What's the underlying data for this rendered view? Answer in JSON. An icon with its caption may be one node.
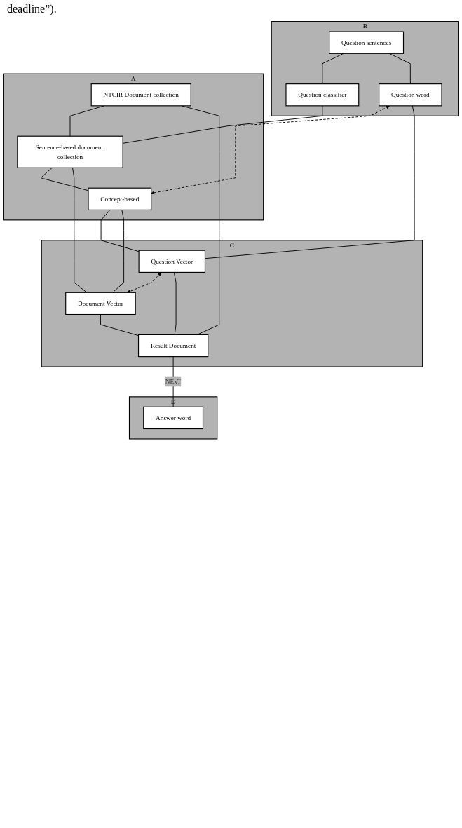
{
  "diagram": {
    "nodes": [
      {
        "text": [
          "B"
        ]
      },
      {
        "text": [
          "Question sentences"
        ],
        "in": 0
      },
      {
        "text": [
          "Question classifier"
        ],
        "in": 0
      },
      {
        "text": [
          "Question word"
        ],
        "in": 0
      },
      {
        "text": [
          "A"
        ]
      },
      {
        "text": [
          "NTCIR Document collection"
        ],
        "in": 4
      },
      {
        "text": [
          "Sentence-based document collection"
        ],
        "in": 4
      },
      {
        "text": [
          "Concept-based"
        ],
        "in": 4
      },
      {
        "text": [
          "C"
        ]
      },
      {
        "text": [
          "Question Vector"
        ],
        "in": 8
      },
      {
        "text": [
          "Document Vector"
        ],
        "in": 8
      },
      {
        "text": [
          "Result Document"
        ],
        "in": 8
      },
      {
        "text": [
          "D"
        ]
      },
      {
        "text": [
          "Answer word"
        ],
        "in": 12
      }
    ],
    "edges": [
      {
        "from": 1,
        "to": 2,
        "arrow": "none"
      },
      {
        "from": 1,
        "to": 3,
        "arrow": "none"
      },
      {
        "from": 5,
        "to": 6,
        "arrow": "none"
      },
      {
        "from": 6,
        "to": 7,
        "arrow": "none"
      },
      {
        "from": 3,
        "to": 7,
        "arrow": "both",
        "style": "dashed"
      },
      {
        "from": 3,
        "to": 9,
        "arrow": "none"
      },
      {
        "from": 7,
        "to": 9,
        "arrow": "none"
      },
      {
        "from": 6,
        "to": 10,
        "arrow": "none"
      },
      {
        "from": 7,
        "to": 10,
        "arrow": "none"
      },
      {
        "from": 9,
        "to": 10,
        "arrow": "both",
        "style": "dashed"
      },
      {
        "from": 9,
        "to": 11,
        "arrow": "none"
      },
      {
        "from": 10,
        "to": 11,
        "arrow": "none"
      },
      {
        "from": 5,
        "to": 11,
        "arrow": "none"
      },
      {
        "from": 2,
        "to": 6,
        "arrow": "none"
      },
      {
        "from": 11,
        "to": 13,
        "arrow": "none",
        "label": "NExT"
      }
    ],
    "labels": [
      "deadline”)."
    ]
  }
}
